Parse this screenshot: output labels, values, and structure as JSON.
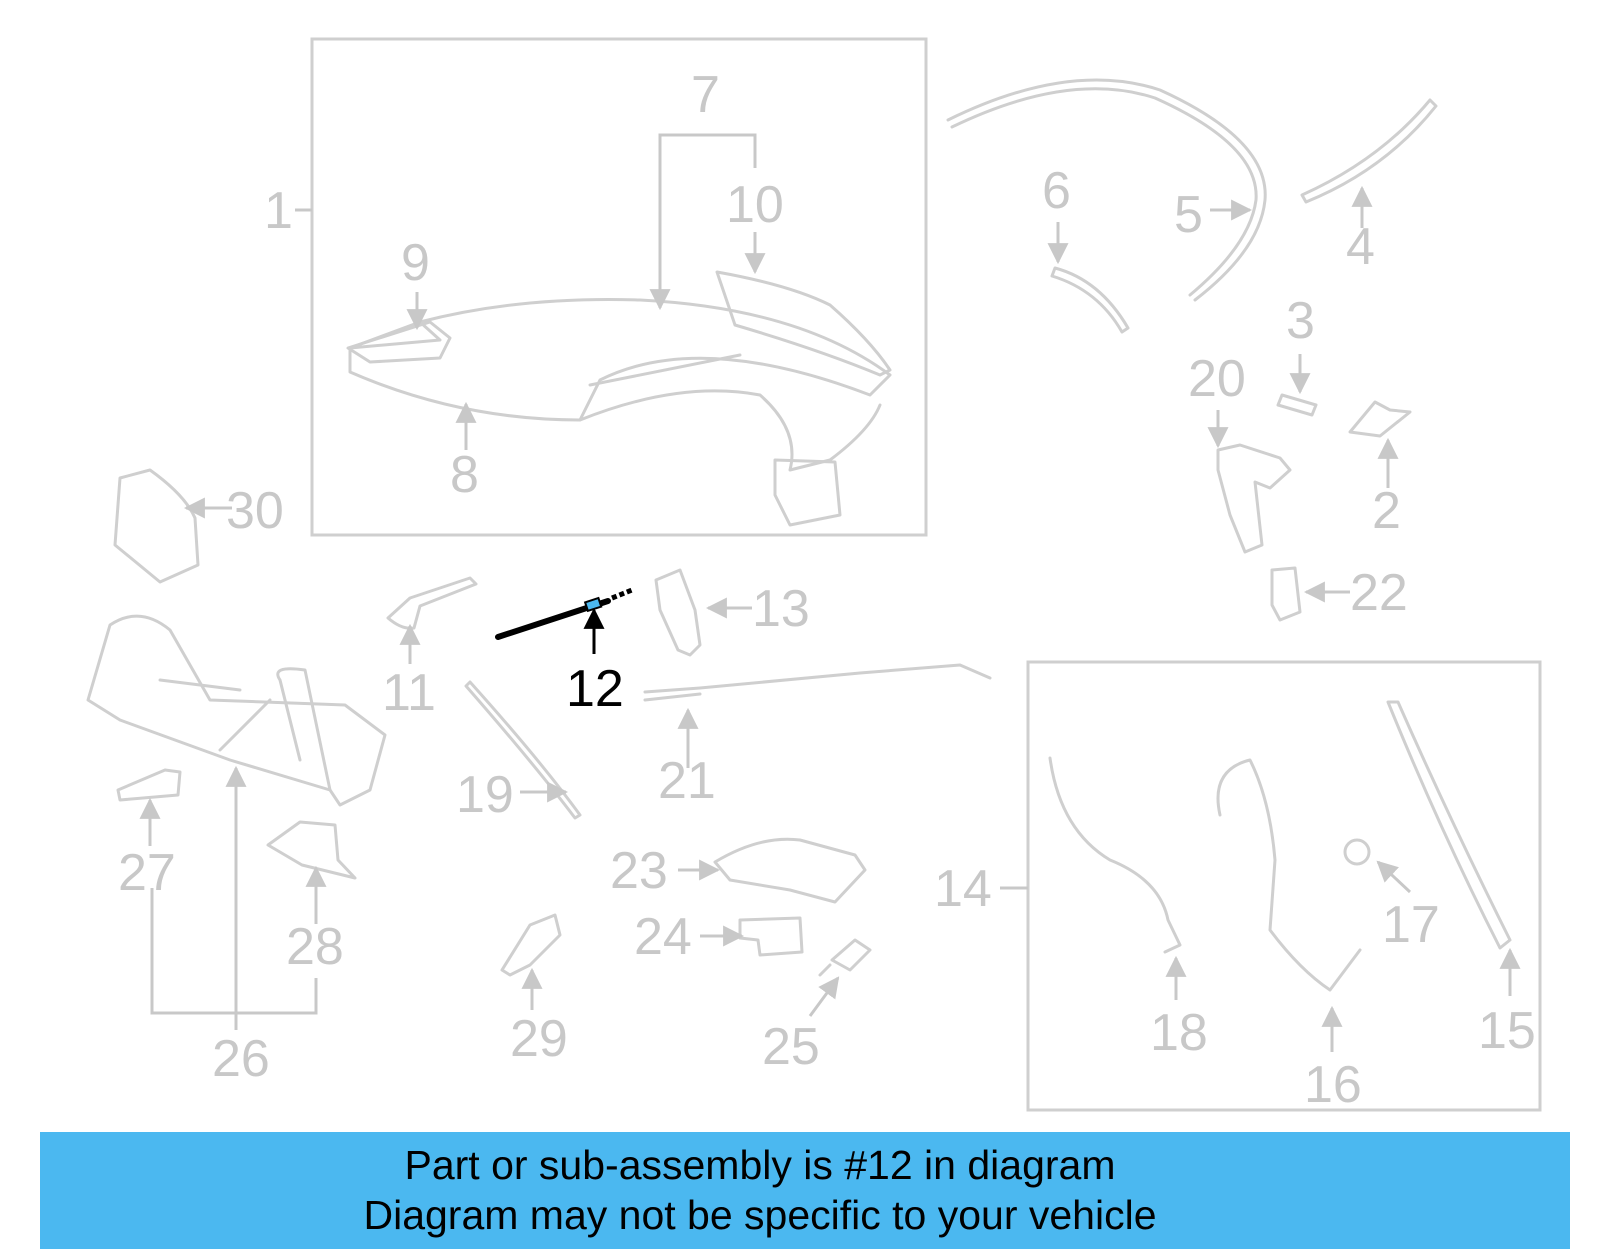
{
  "diagram": {
    "highlight_color": "#000000",
    "muted_color": "#c8c8c8",
    "callouts": {
      "c1": "1",
      "c2": "2",
      "c3": "3",
      "c4": "4",
      "c5": "5",
      "c6": "6",
      "c7": "7",
      "c8": "8",
      "c9": "9",
      "c10": "10",
      "c11": "11",
      "c12": "12",
      "c13": "13",
      "c14": "14",
      "c15": "15",
      "c16": "16",
      "c17": "17",
      "c18": "18",
      "c19": "19",
      "c20": "20",
      "c21": "21",
      "c22": "22",
      "c23": "23",
      "c24": "24",
      "c25": "25",
      "c26": "26",
      "c27": "27",
      "c28": "28",
      "c29": "29",
      "c30": "30"
    }
  },
  "banner": {
    "background": "#4bb8f0",
    "line1": "Part or sub-assembly is #12 in diagram",
    "line2": "Diagram may not be specific to your vehicle"
  }
}
